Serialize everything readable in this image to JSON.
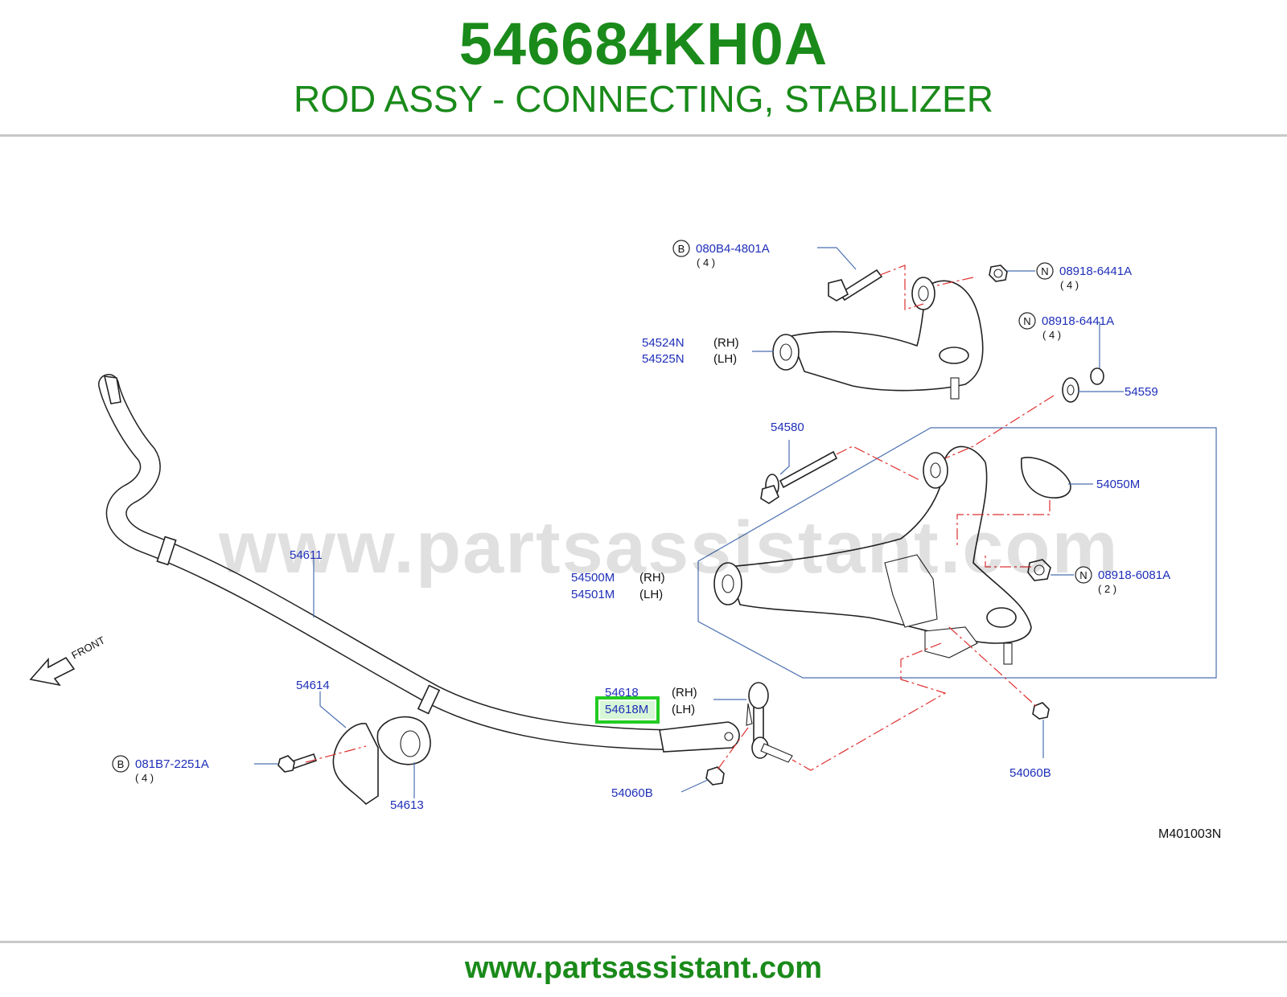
{
  "header": {
    "part_number": "546684KH0A",
    "description": "ROD ASSY - CONNECTING, STABILIZER"
  },
  "watermark": "www.partsassistant.com",
  "footer": {
    "url": "www.partsassistant.com"
  },
  "diagram": {
    "ref_code": "M401003N",
    "front_label": "FRONT",
    "highlight_color": "#22cc22",
    "callouts": {
      "bolt_080B4": {
        "prefix": "B",
        "part": "080B4-4801A",
        "qty": "( 4 )"
      },
      "nut_08918_6441A_top": {
        "prefix": "N",
        "part": "08918-6441A",
        "qty": "( 4 )"
      },
      "nut_08918_6441A_mid": {
        "prefix": "N",
        "part": "08918-6441A",
        "qty": "( 4 )"
      },
      "upper_arm": {
        "rh": "54524N",
        "lh": "54525N",
        "rh_tag": "(RH)",
        "lh_tag": "(LH)"
      },
      "washer": {
        "part": "54559"
      },
      "cam_bolt": {
        "part": "54580"
      },
      "bump_stop": {
        "part": "54050M"
      },
      "nut_08918_6081A": {
        "prefix": "N",
        "part": "08918-6081A",
        "qty": "( 2 )"
      },
      "lower_arm": {
        "rh": "54500M",
        "lh": "54501M",
        "rh_tag": "(RH)",
        "lh_tag": "(LH)"
      },
      "stabilizer_bar": {
        "part": "54611"
      },
      "clamp": {
        "part": "54614"
      },
      "bushing": {
        "part": "54613"
      },
      "bolt_081B7": {
        "prefix": "B",
        "part": "081B7-2251A",
        "qty": "( 4 )"
      },
      "connecting_rod": {
        "rh": "54618",
        "lh": "54618M",
        "rh_tag": "(RH)",
        "lh_tag": "(LH)"
      },
      "nut_54060B_left": {
        "part": "54060B"
      },
      "nut_54060B_right": {
        "part": "54060B"
      }
    }
  }
}
